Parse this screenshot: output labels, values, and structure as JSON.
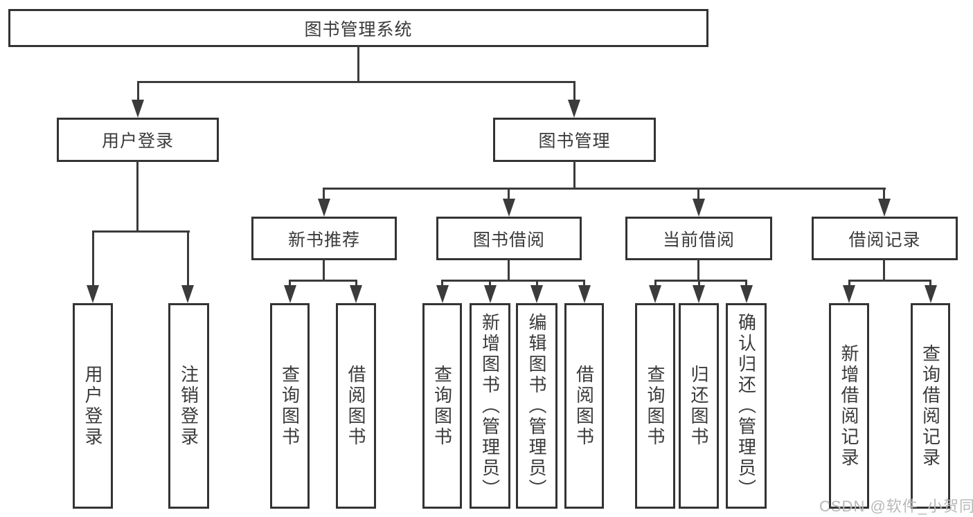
{
  "colors": {
    "background": "#ffffff",
    "line": "#3b3b3b",
    "box_border": "#333333",
    "text": "#3a3a3a",
    "watermark_text": "#b8b8b8"
  },
  "tree": {
    "label": "图书管理系统",
    "children": [
      {
        "label": "用户登录",
        "children": [
          {
            "label": "用户登录"
          },
          {
            "label": "注销登录"
          }
        ]
      },
      {
        "label": "图书管理",
        "children": [
          {
            "label": "新书推荐",
            "children": [
              {
                "label": "查询图书"
              },
              {
                "label": "借阅图书"
              }
            ]
          },
          {
            "label": "图书借阅",
            "children": [
              {
                "label": "查询图书"
              },
              {
                "label": "新增图书（管理员）"
              },
              {
                "label": "编辑图书（管理员）"
              },
              {
                "label": "借阅图书"
              }
            ]
          },
          {
            "label": "当前借阅",
            "children": [
              {
                "label": "查询图书"
              },
              {
                "label": "归还图书"
              },
              {
                "label": "确认归还（管理员）"
              }
            ]
          },
          {
            "label": "借阅记录",
            "children": [
              {
                "label": "新增借阅记录"
              },
              {
                "label": "查询借阅记录"
              }
            ]
          }
        ]
      }
    ]
  },
  "watermark": {
    "text": "CSDN @软件_小贺同学"
  }
}
